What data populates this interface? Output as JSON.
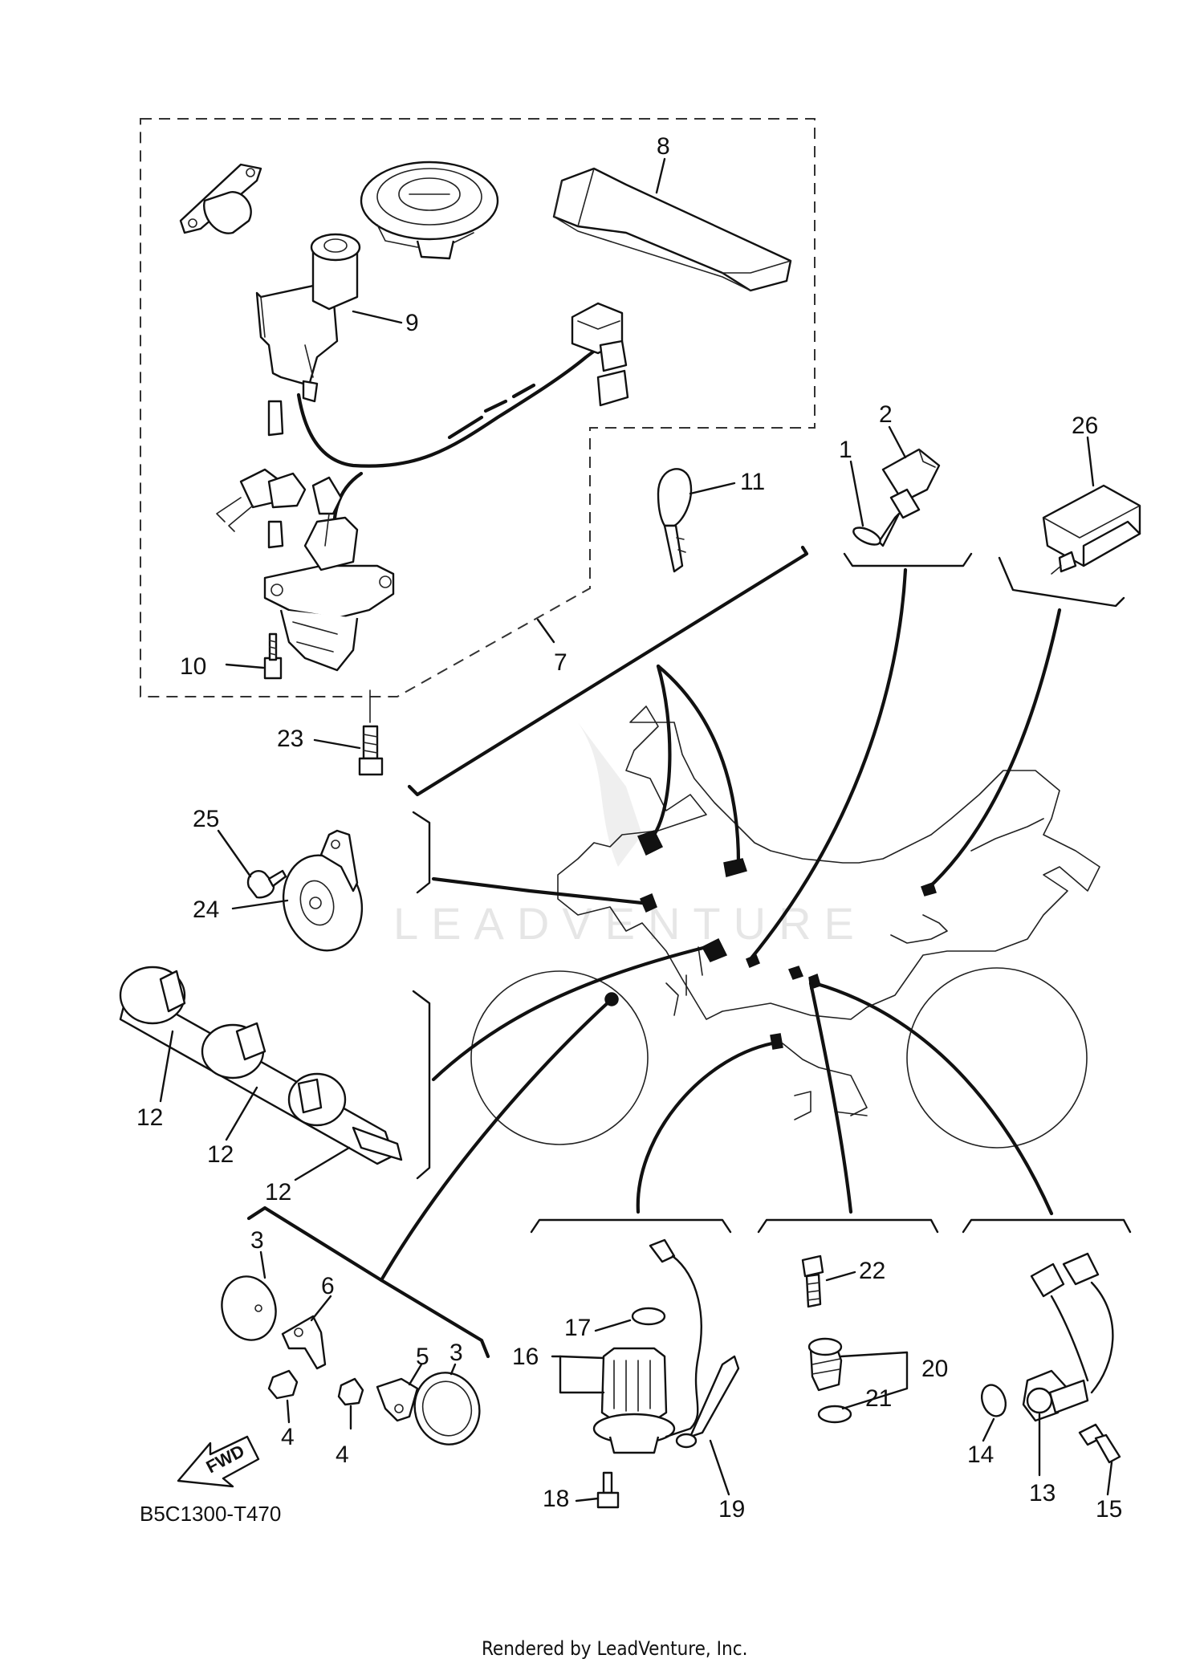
{
  "diagram": {
    "code": "B5C1300-T470",
    "footer": "Rendered by LeadVenture, Inc.",
    "watermark": "LEADVENTURE",
    "fwd_label": "FWD",
    "callouts": {
      "c1": "1",
      "c2": "2",
      "c3a": "3",
      "c3b": "3",
      "c4a": "4",
      "c4b": "4",
      "c5": "5",
      "c6": "6",
      "c7": "7",
      "c8": "8",
      "c9": "9",
      "c10": "10",
      "c11": "11",
      "c12a": "12",
      "c12b": "12",
      "c12c": "12",
      "c13": "13",
      "c14": "14",
      "c15": "15",
      "c16": "16",
      "c17": "17",
      "c18": "18",
      "c19": "19",
      "c20": "20",
      "c21": "21",
      "c22": "22",
      "c23": "23",
      "c24": "24",
      "c25": "25",
      "c26": "26"
    }
  }
}
